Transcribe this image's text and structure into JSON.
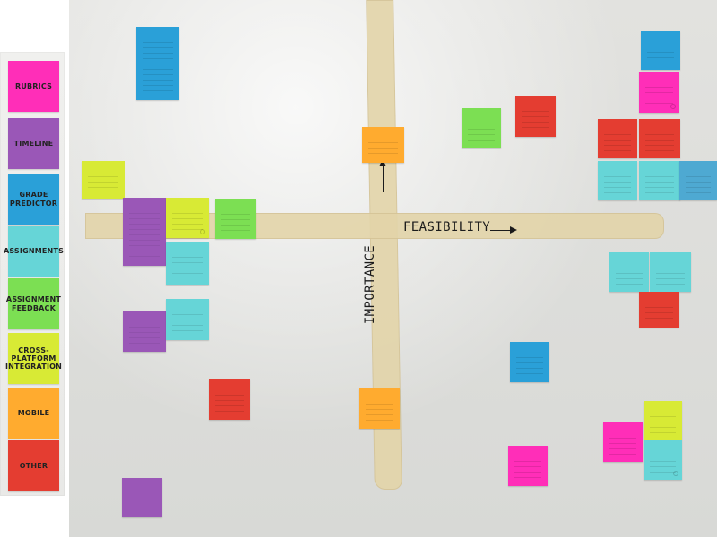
{
  "legend": {
    "items": [
      {
        "label": "RUBRICS",
        "color": "#ff2eb8"
      },
      {
        "label": "TIMELINE",
        "color": "#9a57b7"
      },
      {
        "label": "GRADE PREDICTOR",
        "color": "#2aa0d8"
      },
      {
        "label": "ASSIGNMENTS",
        "color": "#66d5d7"
      },
      {
        "label": "ASSIGNMENT FEEDBACK",
        "color": "#7cdf53"
      },
      {
        "label": "CROSS-PLATFORM INTEGRATION",
        "color": "#d8ea35"
      },
      {
        "label": "MOBILE",
        "color": "#ffab2f"
      },
      {
        "label": "OTHER",
        "color": "#e43d31"
      }
    ]
  },
  "axes": {
    "vertical_label": "IMPORTANCE",
    "horizontal_label": "FEASIBILITY"
  }
}
